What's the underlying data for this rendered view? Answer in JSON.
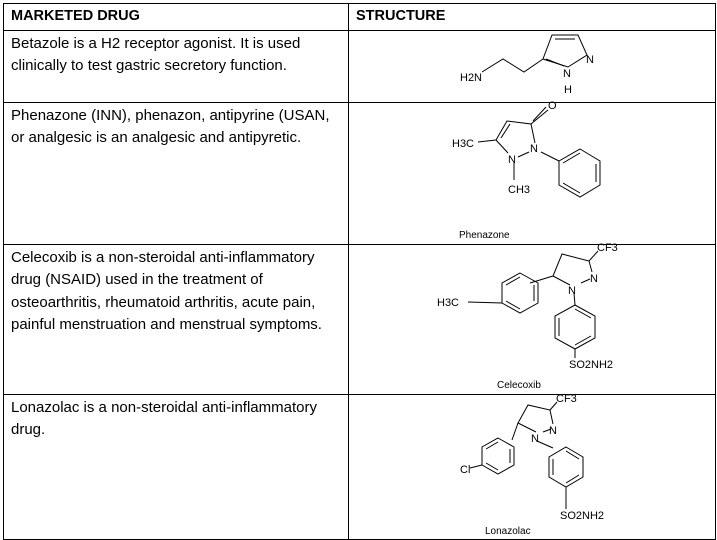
{
  "table": {
    "headers": [
      "MARKETED DRUG",
      "STRUCTURE"
    ],
    "rows": [
      {
        "description": "Betazole is a H2 receptor agonist. It is used clinically to test gastric secretory function.",
        "labels": {
          "amine": "H2N",
          "n": "N",
          "nh_n": "N",
          "h": "H"
        }
      },
      {
        "description": "Phenazone (INN), phenazon, antipyrine (USAN, or analgesic is an analgesic and antipyretic.",
        "caption": "Phenazone",
        "labels": {
          "o": "O",
          "h3c": "H3C",
          "n1": "N",
          "n2": "N",
          "ch3": "CH3"
        }
      },
      {
        "description": "Celecoxib is a non-steroidal anti-inflammatory drug (NSAID) used in the treatment of osteoarthritis, rheumatoid arthritis, acute pain, painful menstruation and menstrual symptoms.",
        "caption": "Celecoxib",
        "labels": {
          "cf3": "CF3",
          "n1": "N",
          "n2": "N",
          "h3c": "H3C",
          "so2nh2": "SO2NH2"
        }
      },
      {
        "description": "Lonazolac is a non-steroidal anti-inflammatory drug.",
        "caption": "Lonazolac",
        "labels": {
          "cf3": "CF3",
          "n1": "N",
          "n2": "N",
          "cl": "Cl",
          "so2nh2": "SO2NH2"
        }
      }
    ]
  }
}
